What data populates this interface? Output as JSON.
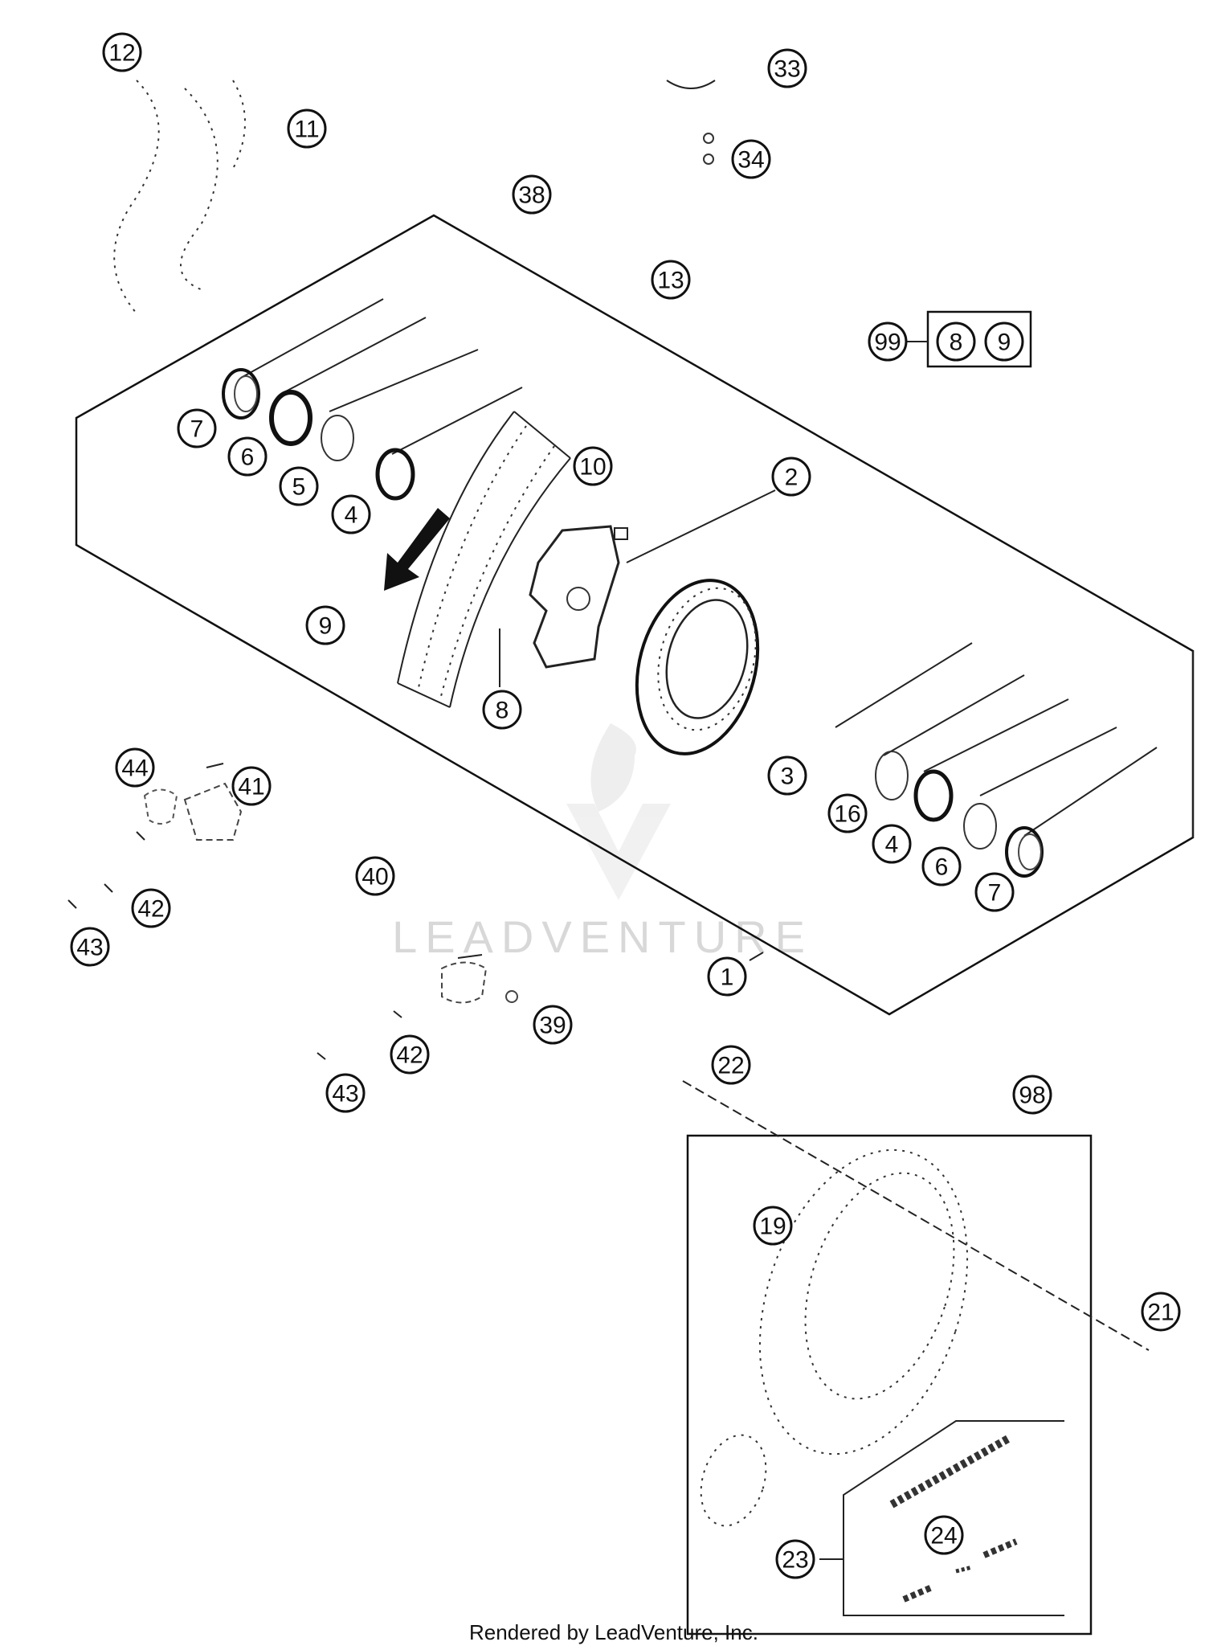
{
  "callouts": [
    {
      "label": "12"
    },
    {
      "label": "11"
    },
    {
      "label": "33"
    },
    {
      "label": "34"
    },
    {
      "label": "38"
    },
    {
      "label": "13"
    },
    {
      "label": "99"
    },
    {
      "label": "8"
    },
    {
      "label": "9"
    },
    {
      "label": "7"
    },
    {
      "label": "6"
    },
    {
      "label": "5"
    },
    {
      "label": "4"
    },
    {
      "label": "10"
    },
    {
      "label": "2"
    },
    {
      "label": "9"
    },
    {
      "label": "8"
    },
    {
      "label": "3"
    },
    {
      "label": "16"
    },
    {
      "label": "4"
    },
    {
      "label": "6"
    },
    {
      "label": "7"
    },
    {
      "label": "1"
    },
    {
      "label": "44"
    },
    {
      "label": "41"
    },
    {
      "label": "40"
    },
    {
      "label": "42"
    },
    {
      "label": "43"
    },
    {
      "label": "39"
    },
    {
      "label": "42"
    },
    {
      "label": "43"
    },
    {
      "label": "22"
    },
    {
      "label": "98"
    },
    {
      "label": "19"
    },
    {
      "label": "21"
    },
    {
      "label": "24"
    },
    {
      "label": "23"
    }
  ],
  "watermark": "LEADVENTURE",
  "credit": "Rendered by LeadVenture, Inc."
}
